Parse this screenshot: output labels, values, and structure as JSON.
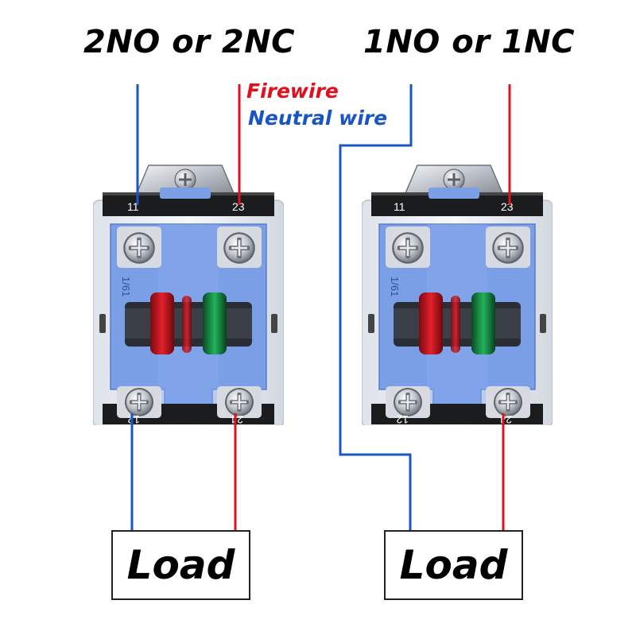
{
  "titles": {
    "left": "2NO or 2NC",
    "right": "1NO or 1NC"
  },
  "legend": {
    "fire": "Firewire",
    "neutral": "Neutral wire"
  },
  "terminals": {
    "top_left": "11",
    "top_right": "23",
    "bottom_left": "12",
    "bottom_right": "24"
  },
  "body_label": "1/61",
  "load_label": "Load",
  "colors": {
    "fire": "#e0101e",
    "neutral": "#1a55c6",
    "housing": "#7b9fe6"
  },
  "icons": [
    "screw-icon"
  ]
}
